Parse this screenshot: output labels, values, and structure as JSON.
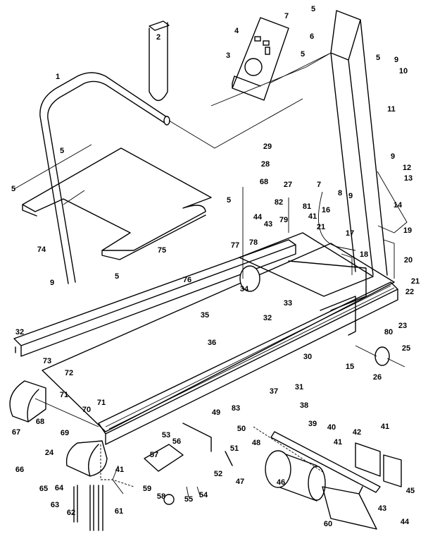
{
  "diagram": {
    "type": "exploded-parts-diagram",
    "line_color": "#000000",
    "background": "#ffffff",
    "labels": [
      "2",
      "1",
      "4",
      "3",
      "5",
      "7",
      "6",
      "5",
      "5",
      "9",
      "10",
      "11",
      "29",
      "28",
      "68",
      "27",
      "82",
      "81",
      "7",
      "8",
      "9",
      "16",
      "17",
      "9",
      "12",
      "13",
      "14",
      "19",
      "5",
      "5",
      "5",
      "74",
      "9",
      "75",
      "5",
      "44",
      "43",
      "79",
      "41",
      "21",
      "77",
      "78",
      "18",
      "20",
      "21",
      "22",
      "76",
      "34",
      "33",
      "23",
      "80",
      "35",
      "32",
      "32",
      "36",
      "73",
      "25",
      "15",
      "26",
      "30",
      "31",
      "72",
      "71",
      "37",
      "83",
      "67",
      "70",
      "71",
      "69",
      "68",
      "49",
      "50",
      "38",
      "39",
      "40",
      "42",
      "41",
      "53",
      "56",
      "51",
      "57",
      "48",
      "41",
      "66",
      "24",
      "65",
      "64",
      "41",
      "59",
      "52",
      "54",
      "55",
      "58",
      "47",
      "46",
      "45",
      "63",
      "61",
      "62",
      "60",
      "43",
      "44"
    ]
  }
}
